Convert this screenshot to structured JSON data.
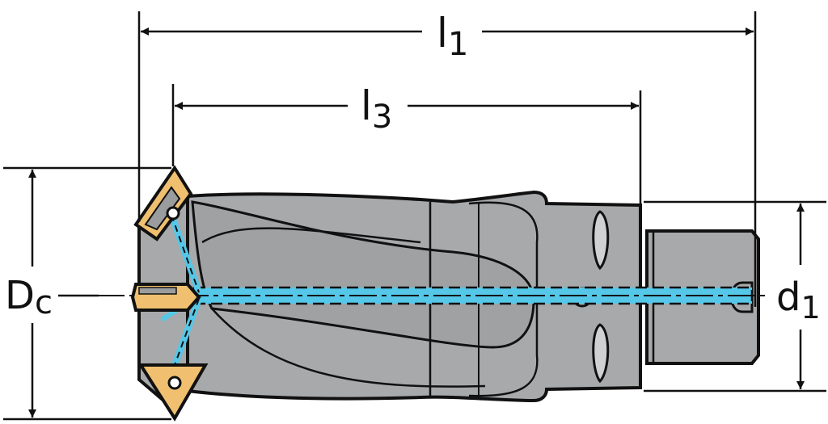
{
  "diagram": {
    "labels": {
      "overall_length": "l1",
      "overall_length_main": "l",
      "overall_length_sub": "1",
      "body_length": "l3",
      "body_length_main": "l",
      "body_length_sub": "3",
      "cutting_diameter": "Dc",
      "cutting_diameter_main": "D",
      "cutting_diameter_sub": "c",
      "shank_diameter": "d1",
      "shank_diameter_main": "d",
      "shank_diameter_sub": "1"
    },
    "colors": {
      "body": "#a7a9ab",
      "body_dark": "#8c8e90",
      "outline": "#111111",
      "coolant": "#55c7e8",
      "insert": "#f0c070",
      "background": "#ffffff"
    }
  }
}
